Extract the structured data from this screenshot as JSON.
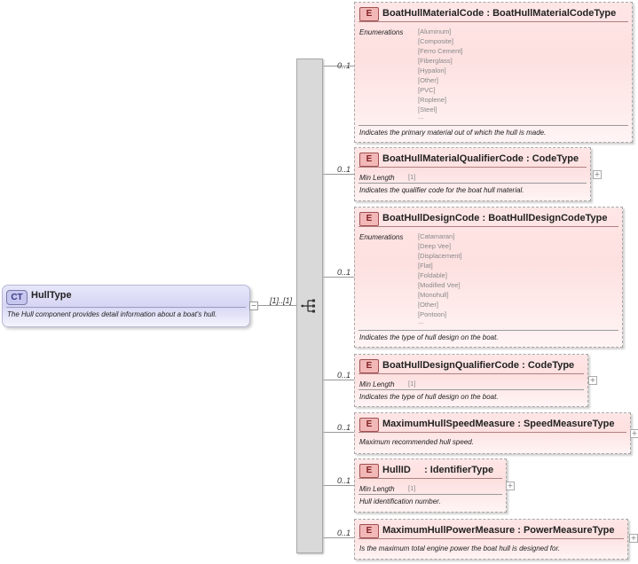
{
  "complex_type": {
    "badge": "CT",
    "name": "HullType",
    "description": "The Hull component provides detail information about a boat's hull.",
    "cardinality": "[1]..[1]"
  },
  "elements": [
    {
      "badge": "E",
      "name": "BoatHullMaterialCode",
      "type": ": BoatHullMaterialCodeType",
      "cardinality": "0..1",
      "prop_label": "Enumerations",
      "enumerations": [
        "[Aluminum]",
        "[Composite]",
        "[Ferro Cement]",
        "[Fiberglass]",
        "[Hypalon]",
        "[Other]",
        "[PVC]",
        "[Roplene]",
        "[Steel]",
        "..."
      ],
      "description": "Indicates the primary material out of which the hull is made."
    },
    {
      "badge": "E",
      "name": "BoatHullMaterialQualifierCode",
      "type": ": CodeType",
      "cardinality": "0..1",
      "prop_label": "Min Length",
      "min_length": "[1]",
      "description": "Indicates the qualifier code for the boat hull material."
    },
    {
      "badge": "E",
      "name": "BoatHullDesignCode",
      "type": ": BoatHullDesignCodeType",
      "cardinality": "0..1",
      "prop_label": "Enumerations",
      "enumerations": [
        "[Catamaran]",
        "[Deep Vee]",
        "[Displacement]",
        "[Flat]",
        "[Foldable]",
        "[Modified Vee]",
        "[Monohull]",
        "[Other]",
        "[Pontoon]",
        "..."
      ],
      "description": "Indicates the type of hull design on the boat."
    },
    {
      "badge": "E",
      "name": "BoatHullDesignQualifierCode",
      "type": ": CodeType",
      "cardinality": "0..1",
      "prop_label": "Min Length",
      "min_length": "[1]",
      "description": "Indicates the type of hull design on the boat."
    },
    {
      "badge": "E",
      "name": "MaximumHullSpeedMeasure",
      "type": ": SpeedMeasureType",
      "cardinality": "0..1",
      "description": "Maximum recommended hull speed."
    },
    {
      "badge": "E",
      "name": "HullID",
      "type": ": IdentifierType",
      "cardinality": "0..1",
      "prop_label": "Min Length",
      "min_length": "[1]",
      "description": "Hull identification number."
    },
    {
      "badge": "E",
      "name": "MaximumHullPowerMeasure",
      "type": ": PowerMeasureType",
      "cardinality": "0..1",
      "description": "Is the maximum total engine power the boat hull is designed for."
    }
  ],
  "icons": {
    "collapse": "minus-icon",
    "expand": "plus-icon",
    "sequence": "sequence-icon"
  }
}
